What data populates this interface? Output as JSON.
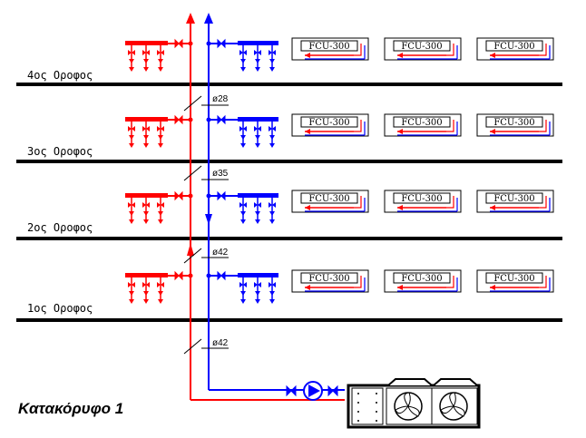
{
  "title": "Κατακόρυφο 1",
  "colors": {
    "supply": "#ff0000",
    "return": "#0000ff",
    "ink": "#000000",
    "background": "#ffffff"
  },
  "floors": [
    {
      "label": "4ος Οροφος",
      "pipe_size": "ø28",
      "units": [
        "FCU-300",
        "FCU-300",
        "FCU-300"
      ]
    },
    {
      "label": "3ος Οροφος",
      "pipe_size": "ø35",
      "units": [
        "FCU-300",
        "FCU-300",
        "FCU-300"
      ]
    },
    {
      "label": "2ος Οροφος",
      "pipe_size": "ø42",
      "units": [
        "FCU-300",
        "FCU-300",
        "FCU-300"
      ]
    },
    {
      "label": "1ος Οροφος",
      "pipe_size": "ø42",
      "units": [
        "FCU-300",
        "FCU-300",
        "FCU-300"
      ]
    }
  ],
  "icons": {
    "pump": "pump-icon",
    "chiller": "chiller-icon",
    "fan": "fan-icon",
    "valve": "valve-icon",
    "manifold": "manifold-icon"
  }
}
